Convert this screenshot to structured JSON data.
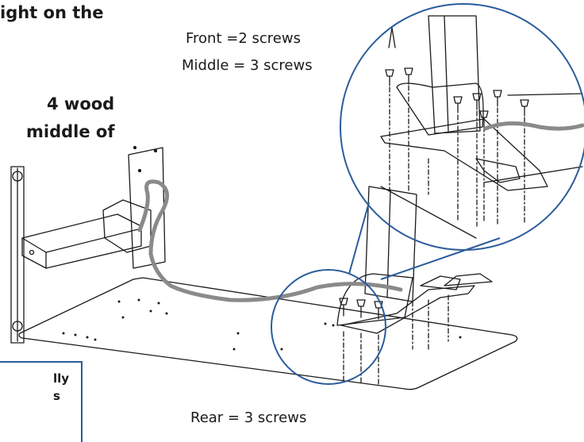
{
  "headings": {
    "line1": "ight on the",
    "line2": "4 wood",
    "line3": "middle of"
  },
  "callouts": {
    "front": "Front =2 screws",
    "middle": "Middle = 3 screws",
    "rear": "Rear = 3 screws"
  },
  "note": {
    "line1": "lly",
    "line2": "s"
  },
  "colors": {
    "callout_circle": "#2b5d9b",
    "cable": "#8a8a8a",
    "line_art": "#1a1a1a"
  }
}
